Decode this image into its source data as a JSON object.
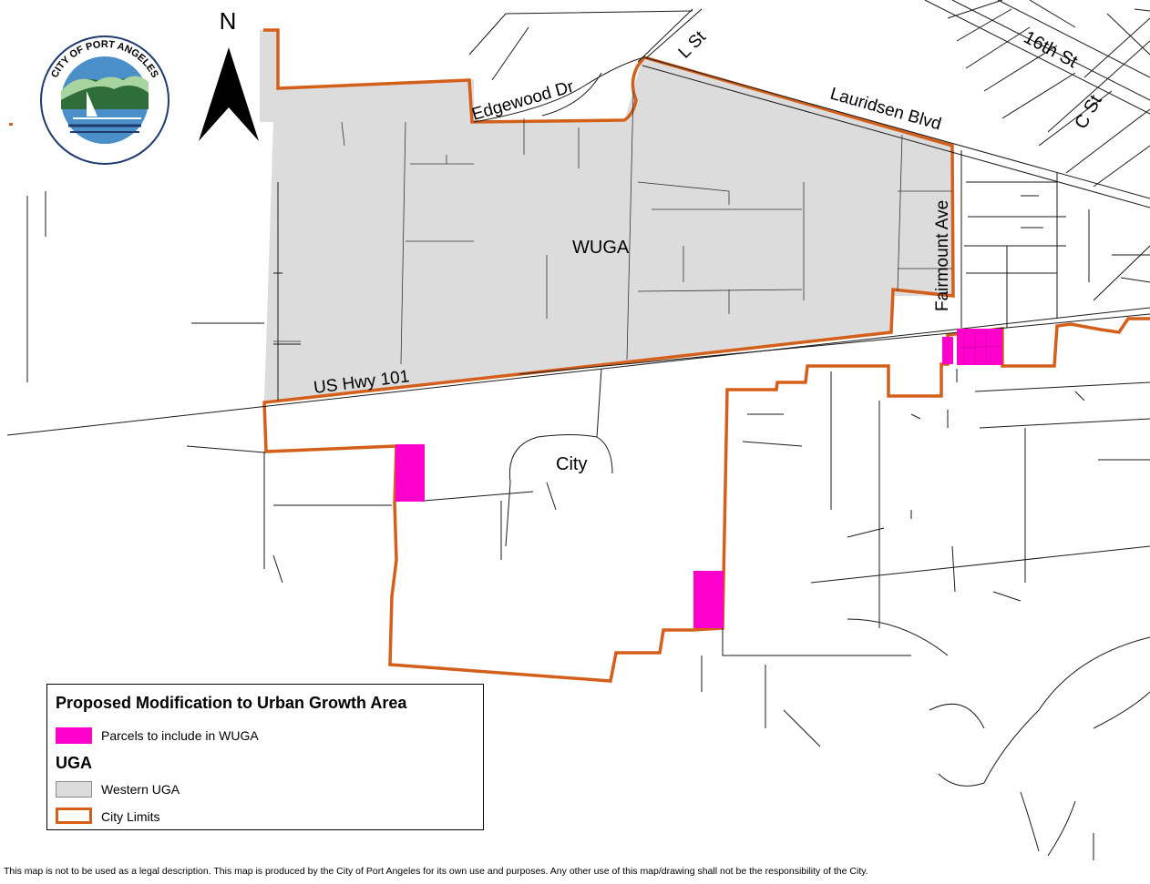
{
  "logo": {
    "text": "CITY OF PORT ANGELES",
    "colors": {
      "ring": "#1f3a6e",
      "sky": "#ffffff",
      "mountain": "#2f6d3b",
      "water": "#4a8fc7",
      "sun": "#a8d4a0"
    }
  },
  "north_arrow": {
    "label": "N",
    "icon": "north-arrow-icon"
  },
  "colors": {
    "uga_fill": "#dcdcdc",
    "city_limits": "#d35f1b",
    "parcels": "#ff00cc",
    "roads": "#1a1a1a"
  },
  "map_labels": {
    "wuga": "WUGA",
    "city": "City",
    "edgewood": "Edgewood Dr",
    "l_st": "L St",
    "lauridsen": "Lauridsen Blvd",
    "sixteenth": "16th St",
    "c_st": "C St",
    "fairmount": "Fairmount Ave",
    "hwy101": "US Hwy 101"
  },
  "legend": {
    "title": "Proposed Modification to Urban Growth Area",
    "parcels_label": "Parcels to include in WUGA",
    "section": "UGA",
    "western_label": "Western UGA",
    "city_limits_label": "City Limits"
  },
  "disclaimer": "This map is not to be used as a legal description.  This map is produced by the City of Port Angeles for its own use and purposes.  Any other use of this map/drawing shall not be the responsibility of the City."
}
